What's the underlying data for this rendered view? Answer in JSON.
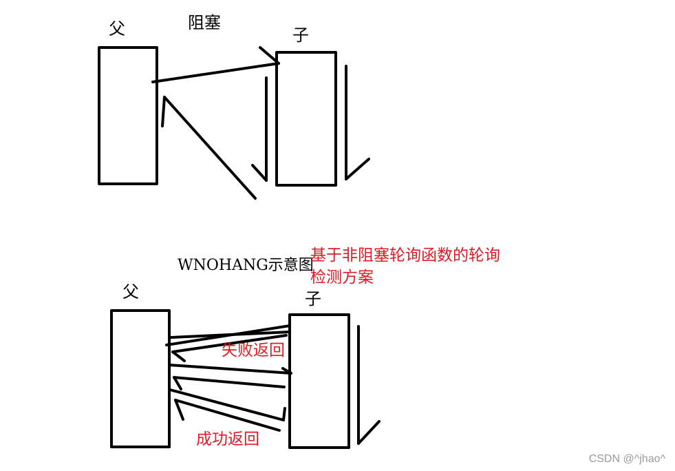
{
  "top": {
    "parent_label": "父",
    "title": "阻塞",
    "child_label": "子"
  },
  "bottom": {
    "title": "WNOHANG示意图",
    "note_line1": "基于非阻塞轮询函数的轮询",
    "note_line2": "检测方案",
    "parent_label": "父",
    "child_label": "子",
    "fail_label": "失败返回",
    "success_label": "成功返回"
  },
  "watermark": "CSDN @^jhao^",
  "colors": {
    "stroke": "#000000",
    "annotation": "#e01b24",
    "watermark": "#9a9a9a"
  }
}
